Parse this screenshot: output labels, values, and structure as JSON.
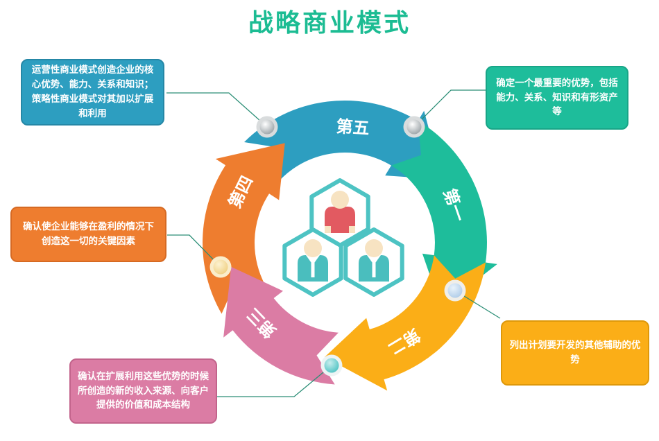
{
  "title": {
    "text": "战略商业模式",
    "color": "#1CBC93"
  },
  "diagram": {
    "center_icon": "team-hexagons-icon",
    "hex_stroke": "#4DC3C3",
    "skin_color": "#F7E3C2",
    "leader_shirt_color": "#E25A61",
    "member_shirt_color": "#4ABEBE",
    "connector_line_color": "#2B8E76",
    "dot_styles": {
      "silver": {
        "ring": "#D9DCDD",
        "inner_light": "#FFFFFF",
        "inner_dark": "#99A1A5"
      },
      "cream": {
        "ring": "#FAEDCB",
        "inner_light": "#FDF3D2",
        "inner_dark": "#EFCF82"
      },
      "teal": {
        "ring": "#EDF4F4",
        "inner_light": "#C8EEEE",
        "inner_dark": "#4CC2C2"
      },
      "blue": {
        "ring": "#F0EEE8",
        "inner_light": "#E9F3FB",
        "inner_dark": "#AECBE8"
      }
    },
    "steps": [
      {
        "id": "step-1",
        "label": "第一",
        "color": "#1EBD9B",
        "border": "#18A587",
        "note": "确定一个最重要的优势，包括能力、关系、知识和有形资产等",
        "dot": "silver"
      },
      {
        "id": "step-2",
        "label": "第二",
        "color": "#FBAE17",
        "border": "#DE980A",
        "note": "列出计划要开发的其他辅助的优势",
        "dot": "blue"
      },
      {
        "id": "step-3",
        "label": "第三",
        "color": "#DB7CA4",
        "border": "#C2638B",
        "note": "确认在扩展利用这些优势的时候所创造的新的收入来源、向客户提供的价值和成本结构",
        "dot": "teal"
      },
      {
        "id": "step-4",
        "label": "第四",
        "color": "#EE7D2F",
        "border": "#D66A23",
        "note": "确认使企业能够在盈利的情况下创造这一切的关键因素",
        "dot": "cream"
      },
      {
        "id": "step-5",
        "label": "第五",
        "color": "#2D9EC0",
        "border": "#2587A6",
        "note": "运营性商业模式创造企业的核心优势、能力、关系和知识；策略性商业模式对其加以扩展和利用",
        "dot": "silver"
      }
    ]
  }
}
